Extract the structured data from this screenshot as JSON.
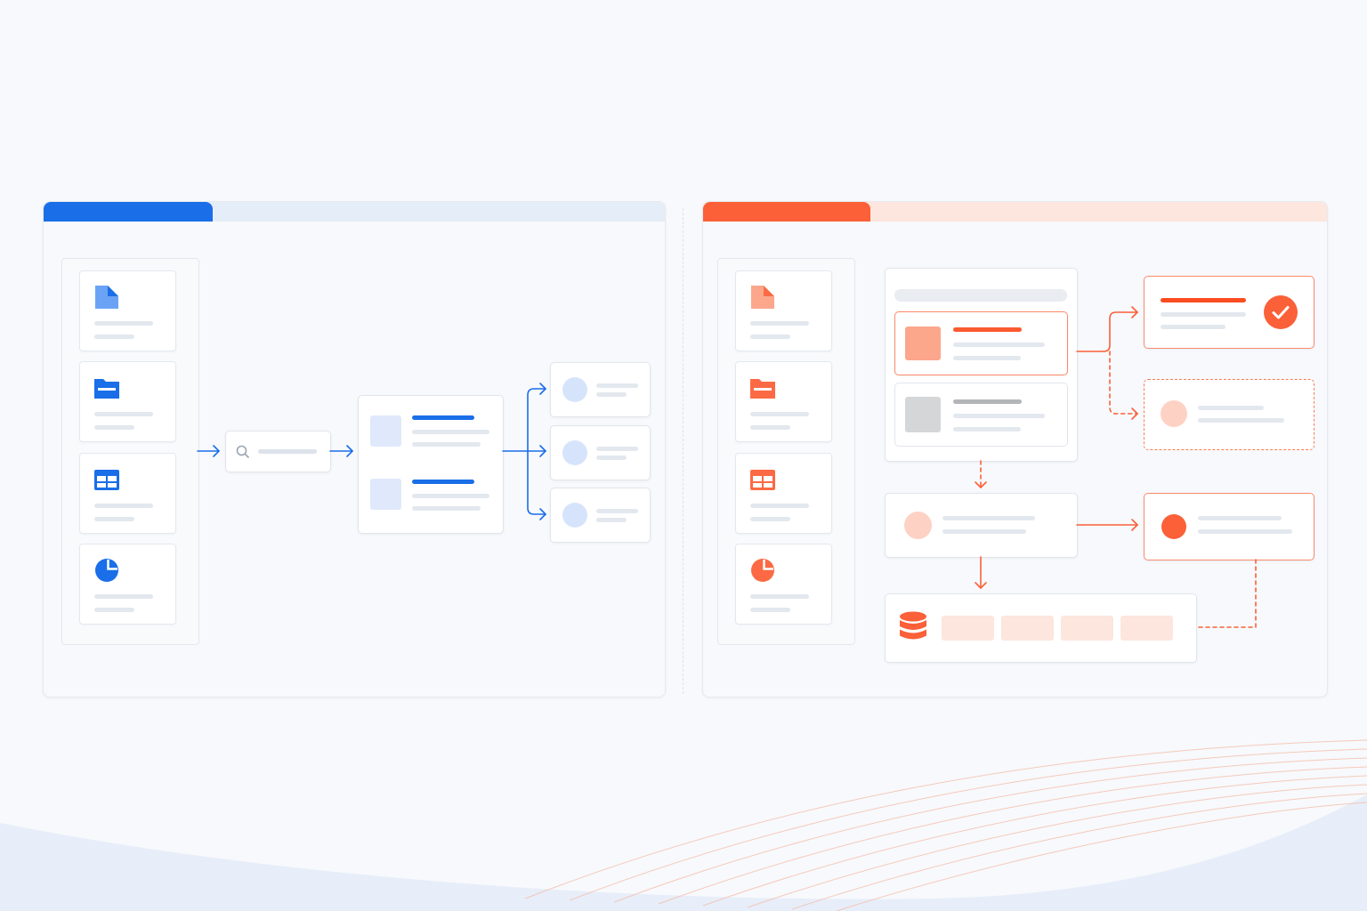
{
  "colors": {
    "left_accent": "#1a6ee8",
    "left_track": "#e5edf8",
    "right_accent": "#fb6038",
    "right_track": "#fde6dd",
    "background": "#f7f9fc"
  },
  "left_panel": {
    "sources": [
      {
        "icon": "document-icon"
      },
      {
        "icon": "folder-icon"
      },
      {
        "icon": "table-icon"
      },
      {
        "icon": "pie-chart-icon"
      }
    ],
    "search_icon": "search-icon",
    "result_count": 2,
    "output_count": 3
  },
  "right_panel": {
    "sources": [
      {
        "icon": "document-icon"
      },
      {
        "icon": "folder-icon"
      },
      {
        "icon": "table-icon"
      },
      {
        "icon": "pie-chart-icon"
      }
    ],
    "status_icon": "check-circle-icon",
    "storage_icon": "database-icon",
    "storage_slot_count": 4
  }
}
